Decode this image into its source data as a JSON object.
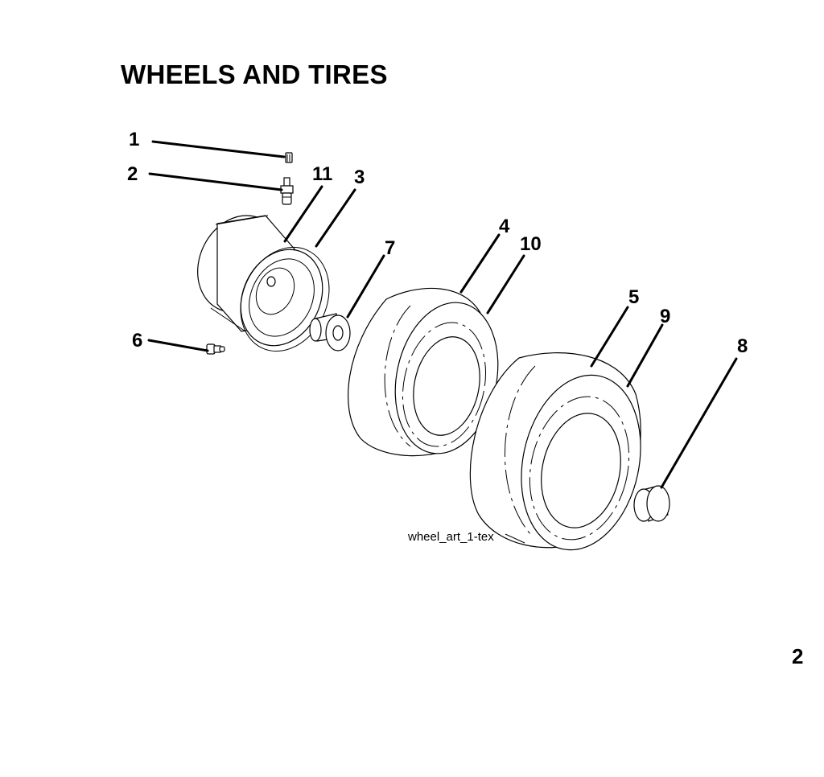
{
  "title": "WHEELS AND TIRES",
  "art_label": "wheel_art_1-tex",
  "page_number": "2",
  "callouts": {
    "c1": "1",
    "c2": "2",
    "c3": "3",
    "c4": "4",
    "c5": "5",
    "c6": "6",
    "c7": "7",
    "c8": "8",
    "c9": "9",
    "c10": "10",
    "c11": "11"
  }
}
